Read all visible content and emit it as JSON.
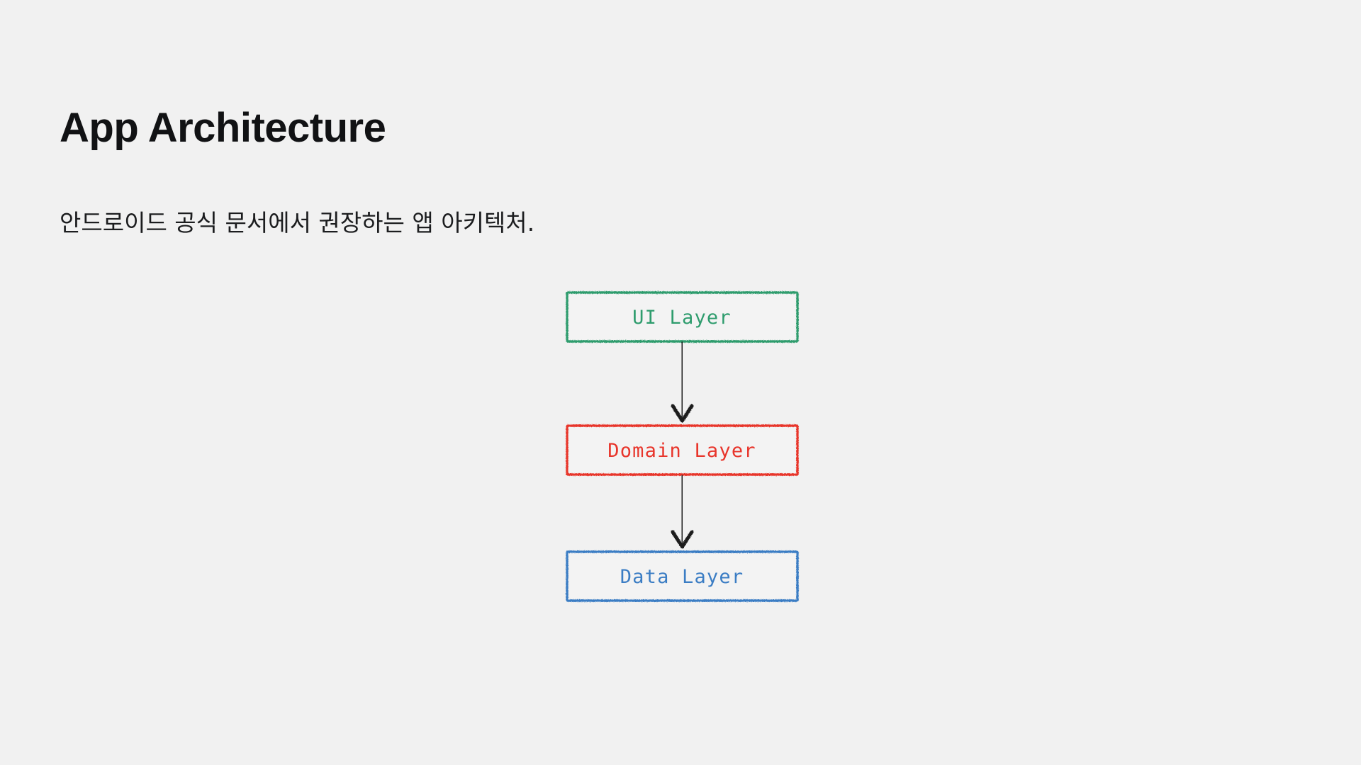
{
  "slide": {
    "title": "App Architecture",
    "subtitle": "안드로이드 공식 문서에서 권장하는 앱 아키텍처.",
    "background_color": "#f1f1f1",
    "title_color": "#111214",
    "subtitle_color": "#1c1d1f"
  },
  "diagram": {
    "style": "hand-drawn sketch (xkcd style)",
    "orientation": "vertical top-to-bottom",
    "nodes": [
      {
        "id": "ui-layer",
        "label": "UI Layer",
        "color": "#2e9c6d",
        "color_name": "green",
        "order": 1
      },
      {
        "id": "domain-layer",
        "label": "Domain Layer",
        "color": "#e8352b",
        "color_name": "red",
        "order": 2
      },
      {
        "id": "data-layer",
        "label": "Data Layer",
        "color": "#3b7dc4",
        "color_name": "blue",
        "order": 3
      }
    ],
    "edges": [
      {
        "id": "edge-ui-domain",
        "from": "ui-layer",
        "to": "domain-layer",
        "color": "#1b1b1b",
        "arrowhead": "open-v"
      },
      {
        "id": "edge-domain-data",
        "from": "domain-layer",
        "to": "data-layer",
        "color": "#1b1b1b",
        "arrowhead": "open-v"
      }
    ]
  }
}
